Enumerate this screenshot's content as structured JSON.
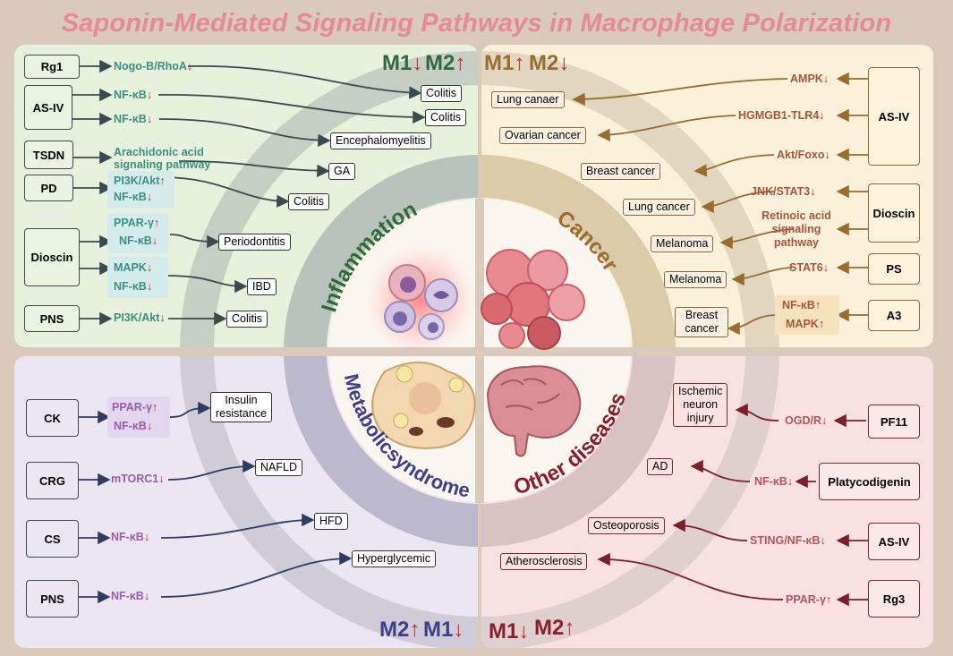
{
  "title": "Saponin-Mediated Signaling Pathways in Macrophage Polarization",
  "quadrants": {
    "inflammation": {
      "label": "Inflammation",
      "markers": [
        "M1",
        "M2"
      ],
      "drugs": [
        "Rg1",
        "AS-IV",
        "TSDN",
        "PD",
        "Dioscin",
        "PNS"
      ],
      "pathways": [
        "Nogo-B/RhoA",
        "NF-κB",
        "NF-κB",
        "Arachidonic acid",
        "signaling pathway",
        "PI3K/Akt",
        "NF-κB",
        "PPAR-γ",
        "NF-κB",
        "MAPK",
        "NF-κB",
        "PI3K/Akt"
      ],
      "diseases": [
        "Colitis",
        "Colitis",
        "Encephalomyelitis",
        "GA",
        "Colitis",
        "Periodontitis",
        "IBD",
        "Colitis"
      ]
    },
    "cancer": {
      "label": "Cancer",
      "markers": [
        "M1",
        "M2"
      ],
      "drugs": [
        "AS-IV",
        "Dioscin",
        "PS",
        "A3"
      ],
      "pathways": [
        "AMPK",
        "HGMGB1-TLR4",
        "Akt/Foxo",
        "JNK/STAT3",
        "Retinoic acid",
        "signaling",
        "pathway",
        "STAT6",
        "NF-κB",
        "MAPK"
      ],
      "diseases": [
        "Lung canaer",
        "Ovarian cancer",
        "Breast cancer",
        "Lung cancer",
        "Melanoma",
        "Melanoma",
        "Breast",
        "cancer"
      ]
    },
    "metabolic": {
      "label": "Metabolicsyndrome",
      "markers": [
        "M2",
        "M1"
      ],
      "drugs": [
        "CK",
        "CRG",
        "CS",
        "PNS"
      ],
      "pathways": [
        "PPAR-γ",
        "NF-κB",
        "mTORC1",
        "NF-κB",
        "NF-κB"
      ],
      "diseases": [
        "Insulin",
        "resistance",
        "NAFLD",
        "HFD",
        "Hyperglycemic"
      ]
    },
    "other": {
      "label": "Other diseases",
      "markers": [
        "M1",
        "M2"
      ],
      "drugs": [
        "PF11",
        "Platycodigenin",
        "AS-IV",
        "Rg3"
      ],
      "pathways": [
        "OGD/R",
        "NF-κB",
        "STING/NF-κB",
        "PPAR-γ"
      ],
      "diseases": [
        "Ischemic",
        "neuron",
        "injury",
        "AD",
        "Osteoporosis",
        "Atherosclerosis"
      ]
    }
  },
  "colors": {
    "inflammation": "#e7f1dc",
    "cancer": "#fbf1db",
    "metabolic": "#ece5f2",
    "other": "#f9e1e2",
    "ring": "#bcc3be"
  }
}
